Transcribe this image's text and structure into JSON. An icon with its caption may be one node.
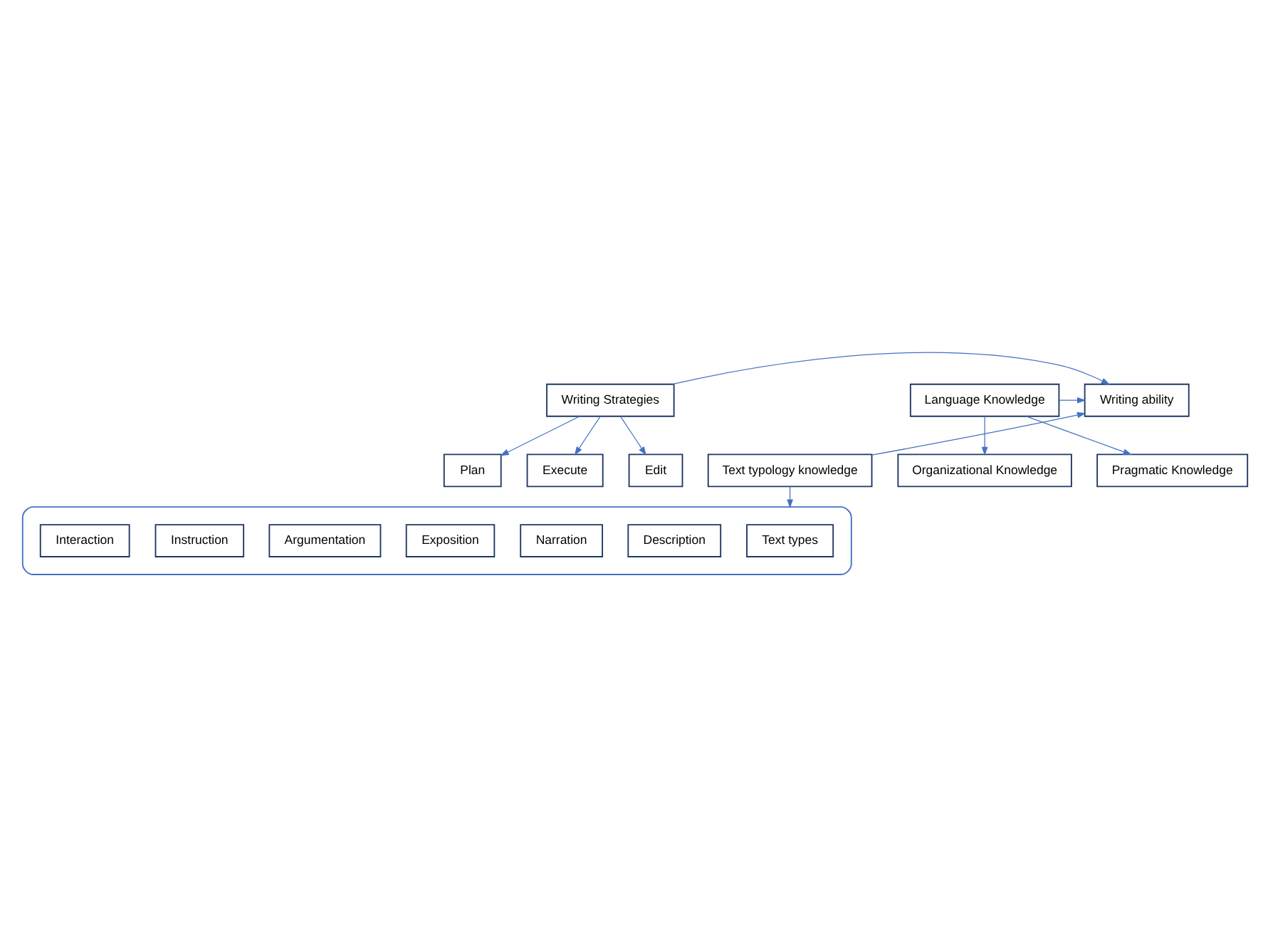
{
  "diagram": {
    "nodes": [
      {
        "text": [
          "Plan"
        ]
      },
      {
        "text": [
          "Execute"
        ]
      },
      {
        "text": [
          "Edit"
        ]
      },
      {
        "text": [
          "Writing Strategies"
        ]
      },
      {
        "text": [
          "Writing ability"
        ]
      },
      {
        "text": [
          "Language Knowledge"
        ]
      },
      {
        "text": [
          "Organizational Knowledge"
        ]
      },
      {
        "text": [
          "Pragmatic Knowledge"
        ]
      },
      {
        "text": [
          "Text typology knowledge"
        ]
      },
      {
        "text": [],
        "shape": "ellipse"
      },
      {
        "text": [
          "Text types"
        ],
        "in": 9
      },
      {
        "text": [
          "Description"
        ],
        "in": 9
      },
      {
        "text": [
          "Narration"
        ],
        "in": 9
      },
      {
        "text": [
          "Exposition"
        ],
        "in": 9
      },
      {
        "text": [
          "Argumentation"
        ],
        "in": 9
      },
      {
        "text": [
          "Instruction"
        ],
        "in": 9
      },
      {
        "text": [
          "Interaction"
        ],
        "in": 9
      }
    ],
    "edges": [
      {
        "from": 3,
        "to": 0,
        "arrow": "to"
      },
      {
        "from": 3,
        "to": 1,
        "arrow": "to"
      },
      {
        "from": 3,
        "to": 2,
        "arrow": "to"
      },
      {
        "from": 3,
        "to": 4,
        "arrow": "to"
      },
      {
        "from": 5,
        "to": 4,
        "arrow": "to"
      },
      {
        "from": 5,
        "to": 6,
        "arrow": "to"
      },
      {
        "from": 5,
        "to": 7,
        "arrow": "to"
      },
      {
        "from": 8,
        "to": 4,
        "arrow": "to"
      },
      {
        "from": 8,
        "to": 9,
        "arrow": "to"
      }
    ]
  }
}
